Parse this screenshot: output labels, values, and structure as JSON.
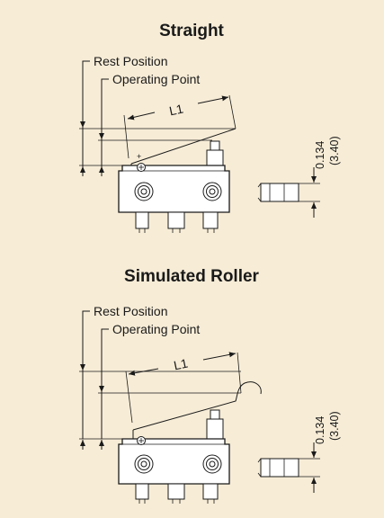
{
  "panels": [
    {
      "title": "Straight",
      "rest_label": "Rest Position",
      "operating_label": "Operating Point",
      "length_label": "L1",
      "dim_in": "0.134",
      "dim_mm": "(3.40)"
    },
    {
      "title": "Simulated Roller",
      "rest_label": "Rest Position",
      "operating_label": "Operating Point",
      "length_label": "L1",
      "dim_in": "0.134",
      "dim_mm": "(3.40)"
    }
  ],
  "colors": {
    "background": "#f7ecd6",
    "line": "#1a1a1a",
    "fill": "#ffffff"
  }
}
